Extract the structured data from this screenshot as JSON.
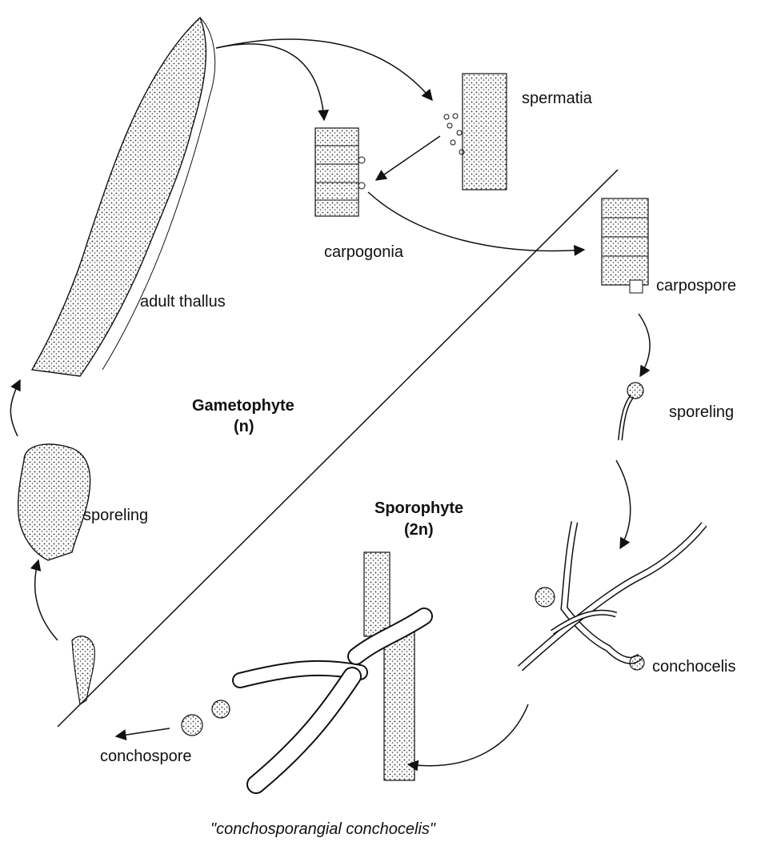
{
  "labels": {
    "spermatia": "spermatia",
    "carpogonia": "carpogonia",
    "adult_thallus": "adult thallus",
    "carpospore": "carpospore",
    "sporeling_right": "sporeling",
    "gametophyte": "Gametophyte",
    "gametophyte_ploidy": "(n)",
    "sporeling_left": "sporeling",
    "sporophyte": "Sporophyte",
    "sporophyte_ploidy": "(2n)",
    "conchocelis": "conchocelis",
    "conchospore": "conchospore",
    "conchosporangial": "\"conchosporangial conchocelis\""
  },
  "colors": {
    "ink": "#111111",
    "background": "#ffffff"
  },
  "stages_icons": [
    "thallus-drawing",
    "spermatia-drawing",
    "carpogonia-drawing",
    "carpospore-drawing",
    "sporeling-drawing",
    "conchocelis-drawing",
    "conchosporangial-drawing",
    "conchospore-drawing"
  ]
}
